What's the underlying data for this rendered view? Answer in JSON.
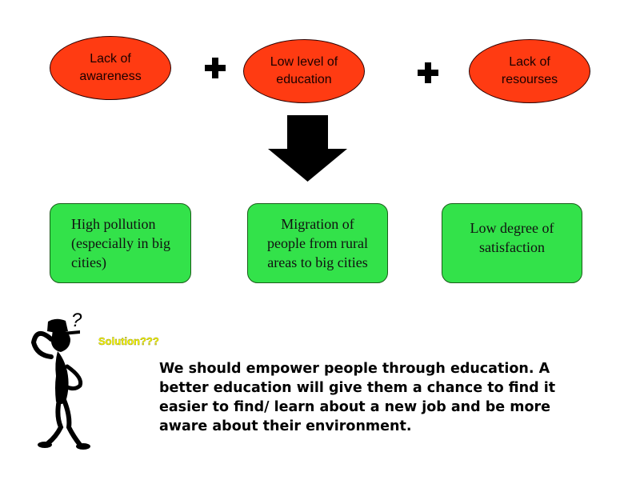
{
  "colors": {
    "cause_fill": "#ff3b12",
    "effect_fill": "#33e24a",
    "arrow": "#000000",
    "solution_label": "#ffff00"
  },
  "icons": {
    "plus": "plus-icon",
    "arrow": "down-arrow-icon",
    "figure": "thinking-person-icon"
  },
  "causes": [
    {
      "label": "Lack of awareness"
    },
    {
      "label": "Low level of education"
    },
    {
      "label": "Lack of resourses"
    }
  ],
  "effects": [
    {
      "label": "High pollution (especially in big cities)"
    },
    {
      "label": "Migration of people from rural areas to big cities"
    },
    {
      "label": "Low degree of satisfaction"
    }
  ],
  "thought_mark": "?",
  "solution": {
    "label": "Solution???",
    "text": "We should empower people through education. A better education will give them a chance to find it easier to find/ learn about a new job and be more aware about their environment."
  }
}
